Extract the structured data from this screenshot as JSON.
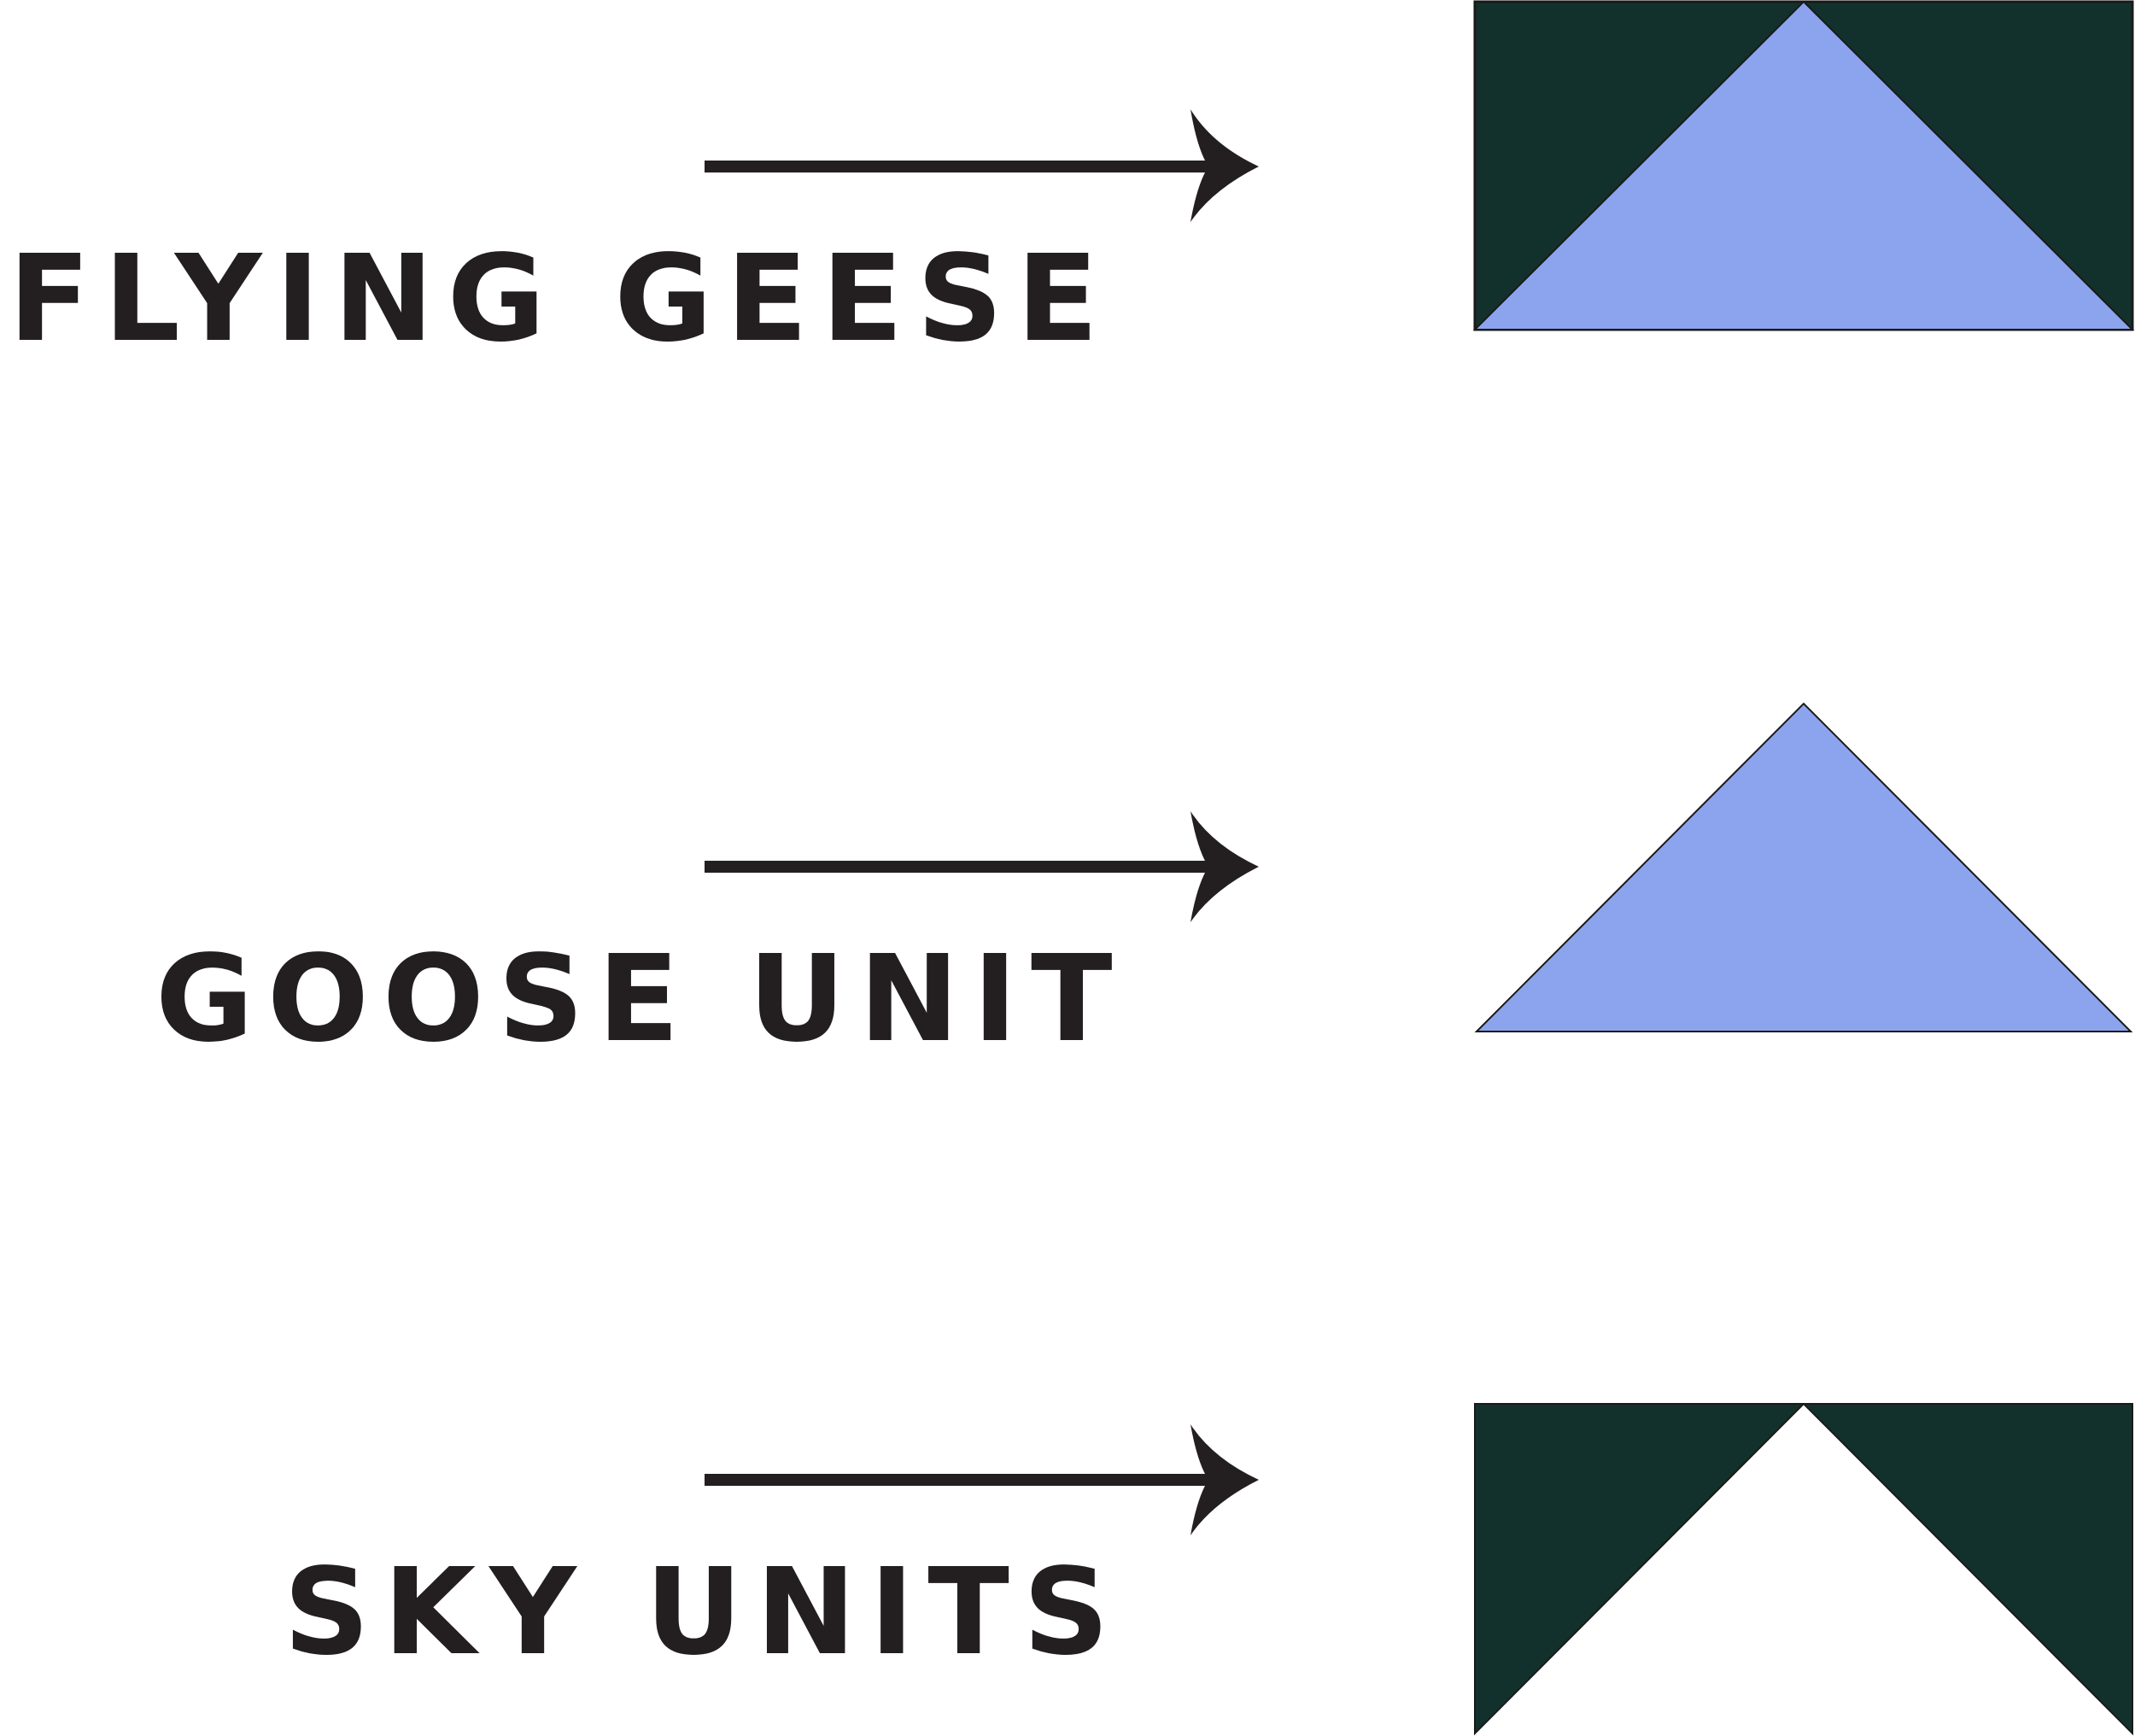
{
  "colors": {
    "background": "#ffffff",
    "ink": "#231f20",
    "goose": "#8ca4ee",
    "sky_dark": "#12312c",
    "outline": "#1a1a1a"
  },
  "rows": [
    {
      "label": "FLYING GEESE",
      "arrow": "arrow-right-icon",
      "shape": "flying-geese-block"
    },
    {
      "label": "GOOSE UNIT",
      "arrow": "arrow-right-icon",
      "shape": "goose-triangle"
    },
    {
      "label": "SKY UNITS",
      "arrow": "arrow-right-icon",
      "shape": "sky-units-pair"
    }
  ]
}
